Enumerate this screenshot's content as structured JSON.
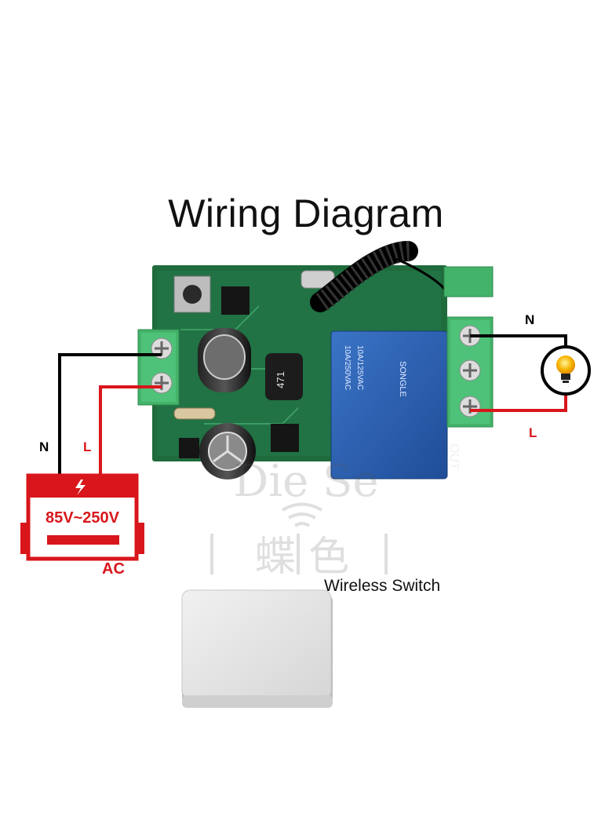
{
  "title": "Wiring Diagram",
  "labels": {
    "left_neutral": "N",
    "left_live": "L",
    "right_neutral": "N",
    "right_live": "L",
    "supply_voltage": "85V~250V",
    "supply_type": "AC",
    "wireless_switch": "Wireless Switch"
  },
  "module_markings": {
    "relay_brand": "SONGLE",
    "relay_rating_1": "10A/250VAC",
    "relay_rating_2": "10A/125VAC",
    "output_label": "OUT",
    "inductor_code": "471",
    "watermark_latin": "Die Se",
    "watermark_cjk": "蝶 色"
  },
  "colors": {
    "neutral_wire": "#000000",
    "live_wire": "#d8161b",
    "pcb_green": "#1f6b3c",
    "terminal_green": "#44b36a",
    "relay_blue": "#2b5fb0"
  },
  "icons": [
    "lightning-bolt-icon",
    "light-bulb-icon"
  ]
}
